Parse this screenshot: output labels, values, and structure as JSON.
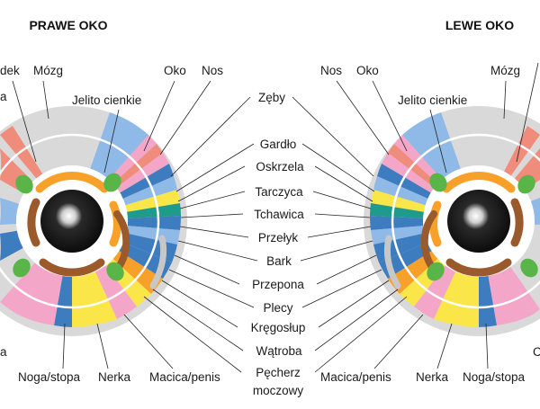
{
  "headers": {
    "right_eye": "PRAWE OKO",
    "left_eye": "LEWE OKO"
  },
  "center_labels": [
    "Zęby",
    "Gardło",
    "Oskrzela",
    "Tarczyca",
    "Tchawica",
    "Przełyk",
    "Bark",
    "Przepona",
    "Plecy",
    "Kręgosłup",
    "Wątroba"
  ],
  "center_label_last": {
    "line1": "Pęcherz",
    "line2": "moczowy"
  },
  "right_eye_labels": {
    "partial_top": "dek",
    "brain": "Mózg",
    "small_intestine": "Jelito cienkie",
    "eye": "Oko",
    "nose": "Nos",
    "partial_mid": "a",
    "partial_low": "a",
    "leg_foot": "Noga/stopa",
    "kidney": "Nerka",
    "uterus_penis": "Macica/penis"
  },
  "left_eye_labels": {
    "nose": "Nos",
    "eye": "Oko",
    "brain": "Mózg",
    "small_intestine": "Jelito cienkie",
    "uterus_penis": "Macica/penis",
    "kidney": "Nerka",
    "leg_foot": "Noga/stopa",
    "partial_right": "C"
  },
  "colors": {
    "outer_ring": "#d9d9d9",
    "blue": "#3d7dbf",
    "light_blue": "#8fb9e6",
    "salmon": "#f08c7c",
    "pink": "#f4a6c8",
    "yellow": "#fbe64a",
    "orange": "#f7a02a",
    "green": "#5ab548",
    "teal": "#1e9b8a",
    "brown": "#9a5a2c",
    "pupil": "#111111"
  }
}
